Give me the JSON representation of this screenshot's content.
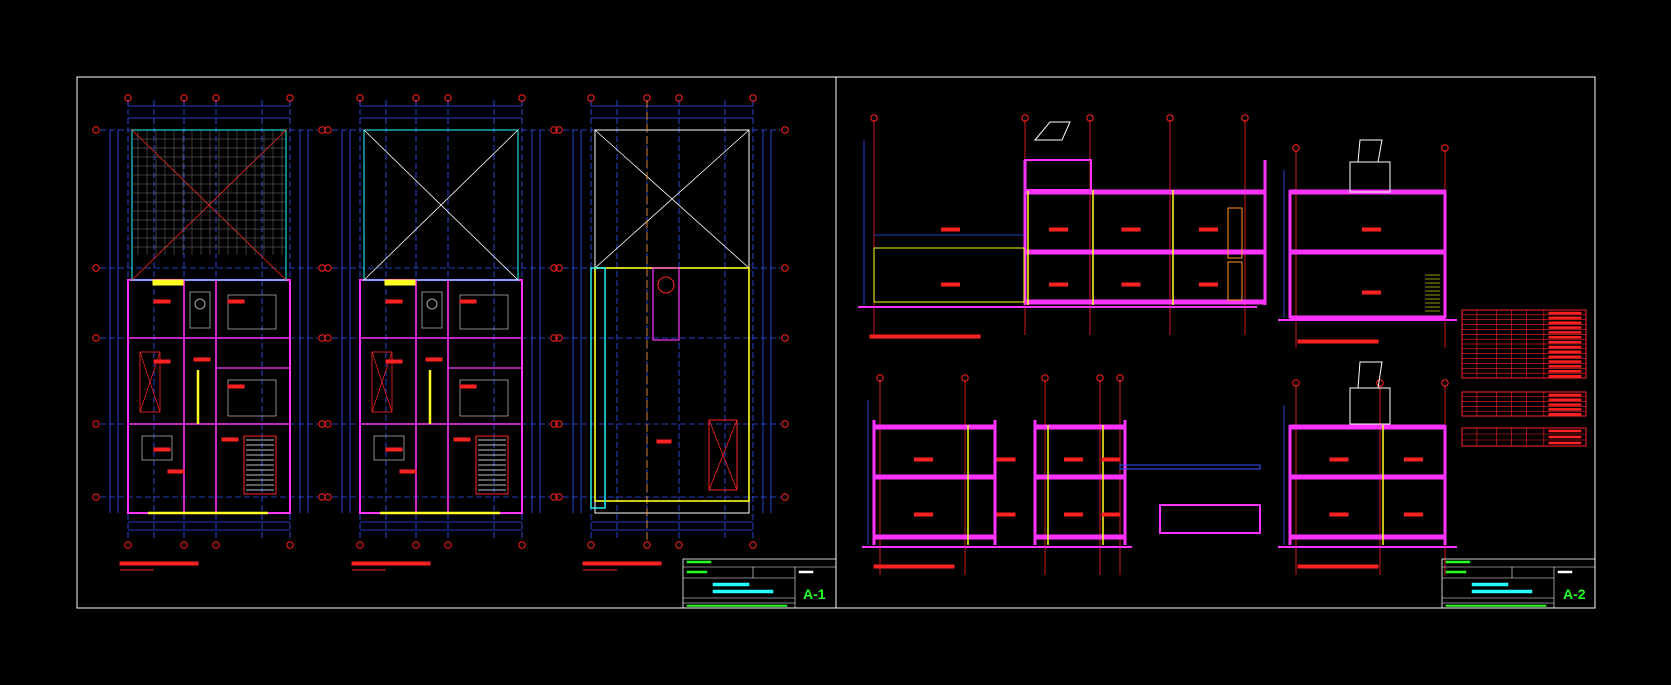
{
  "colors": {
    "background": "#000000",
    "frame": "#ffffff",
    "wall": "#ff33ff",
    "axis": "#3355ff",
    "red": "#ff2222",
    "yellow": "#ffff22",
    "cyan": "#22ffff",
    "green": "#22ff22",
    "orange": "#ff9922",
    "white": "#ffffff"
  },
  "sheets": [
    {
      "id": "A-1",
      "label": "A-1"
    },
    {
      "id": "A-2",
      "label": "A-2"
    }
  ],
  "plans": [
    {
      "name": "ground-floor-plan",
      "has_interior": true
    },
    {
      "name": "upper-floor-plan",
      "has_interior": true
    },
    {
      "name": "roof-plan",
      "has_interior": false
    }
  ],
  "sections": [
    {
      "name": "longitudinal-section-a"
    },
    {
      "name": "transverse-section-c"
    },
    {
      "name": "longitudinal-section-b"
    },
    {
      "name": "transverse-section-d"
    }
  ]
}
